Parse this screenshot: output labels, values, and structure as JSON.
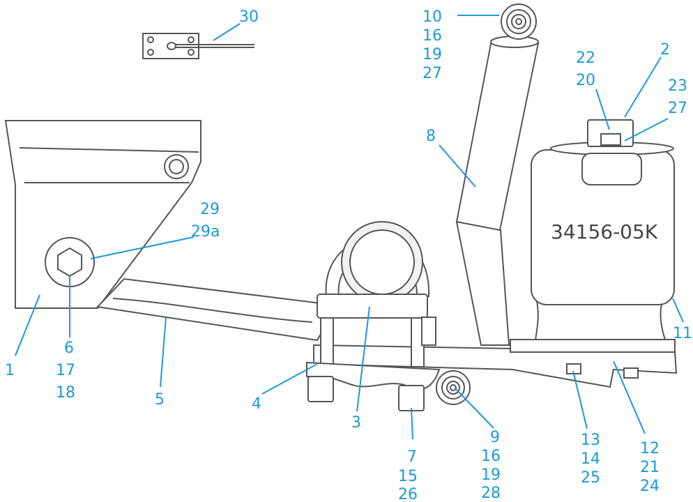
{
  "diagram": {
    "bag_stamp": "34156-05K",
    "callouts": {
      "c30": "30",
      "c10": "10",
      "c16a": "16",
      "c19a": "19",
      "c27a": "27",
      "c22": "22",
      "c20": "20",
      "c2": "2",
      "c23": "23",
      "c27b": "27",
      "c8": "8",
      "c29": "29",
      "c29a": "29a",
      "c1": "1",
      "c6": "6",
      "c17": "17",
      "c18": "18",
      "c5": "5",
      "c4": "4",
      "c3": "3",
      "c7": "7",
      "c15": "15",
      "c26": "26",
      "c9": "9",
      "c16b": "16",
      "c19b": "19",
      "c28": "28",
      "c13": "13",
      "c14": "14",
      "c25": "25",
      "c12": "12",
      "c21": "21",
      "c24": "24",
      "c11": "11"
    },
    "colors": {
      "callout": "#1a9ad6",
      "line": "#555555"
    }
  }
}
